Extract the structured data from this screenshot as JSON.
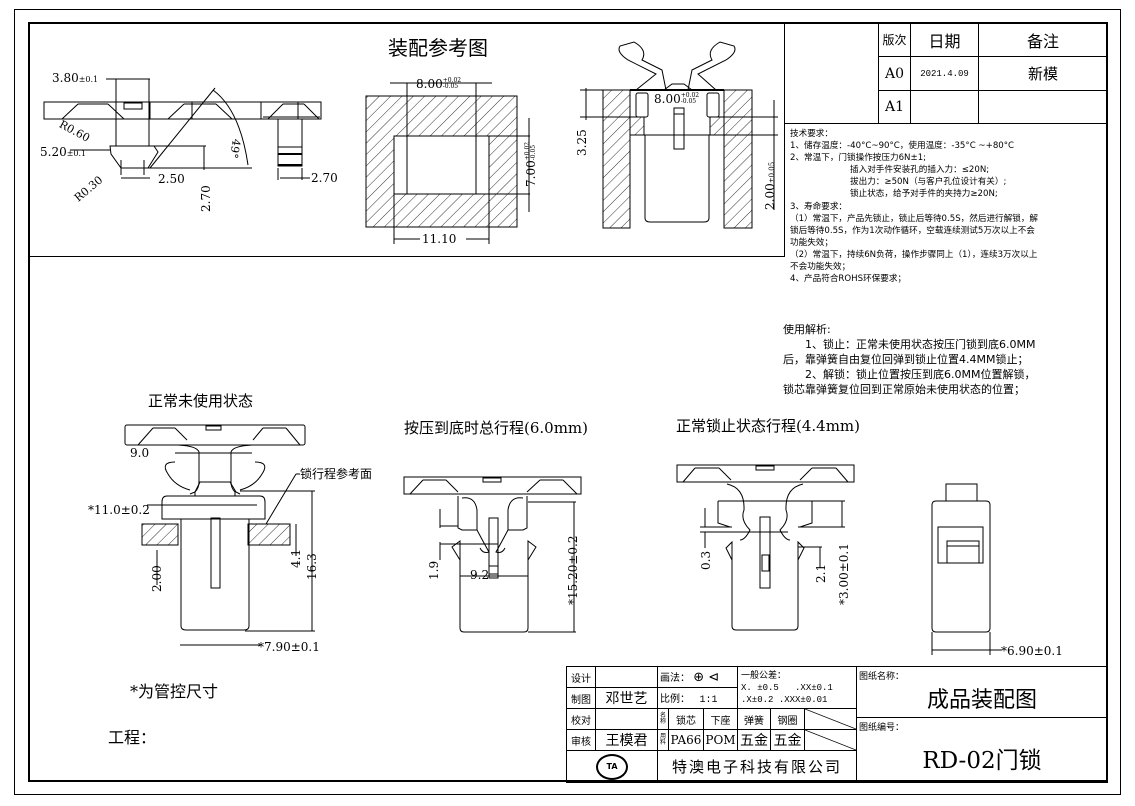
{
  "revision_table": {
    "headers": {
      "version": "版次",
      "date": "日期",
      "note": "备注"
    },
    "rows": [
      {
        "version": "A0",
        "date": "2021.4.09",
        "note": "新模"
      },
      {
        "version": "A1",
        "date": "",
        "note": ""
      }
    ]
  },
  "assembly_reference": {
    "title": "装配参考图",
    "part_dims": {
      "width_top": "3.80",
      "width_top_tol": "±0.1",
      "width_mid": "5.20",
      "width_mid_tol": "±0.1",
      "radius_upper": "R0.60",
      "radius_lower": "R0.30",
      "tip_width": "2.50",
      "tip_height": "2.70",
      "angle": "49°",
      "side_width": "2.70"
    },
    "hole_dims": {
      "hole_width": "8.00",
      "hole_width_tol_plus": "+0.02",
      "hole_width_tol_minus": "-0.05",
      "hole_height": "7.00",
      "hole_height_tol_plus": "+0.02",
      "hole_height_tol_minus": "-0.05",
      "outer_width": "11.10"
    },
    "section_dims": {
      "width": "8.00",
      "width_tol_plus": "+0.02",
      "width_tol_minus": "-0.05",
      "depth": "3.25",
      "lower": "2.00",
      "lower_tol": "±0.05"
    }
  },
  "technical_requirements": {
    "title": "技术要求：",
    "lines": [
      "1、储存温度：-40°C~90°C，使用温度：-35°C ~+80°C",
      "2、常温下，门锁操作按压力6N±1;",
      "插入对手件安装孔的插入力：≤20N;",
      "拔出力：≥50N（与客户孔位设计有关）;",
      "锁止状态，给予对手件的夹持力≥20N;",
      "3、寿命要求：",
      "（1）常温下，产品先锁止，锁止后等待0.5S，然后进行解锁，解",
      "锁后等待0.5S，作为1次动作循环，空载连续测试5万次以上不会",
      "功能失效；",
      "（2）常温下，持续6N负荷，操作步骤同上（1），连续3万次以上",
      "不会功能失效；",
      "4、产品符合ROHS环保要求；"
    ]
  },
  "usage_analysis": {
    "title": "使用解析:",
    "lines": [
      "1、锁止：正常未使用状态按压门锁到底6.0MM",
      "后，靠弹簧自由复位回弹到锁止位置4.4MM锁止；",
      "2、解锁：锁止位置按压到底6.0MM位置解锁，",
      "锁芯靠弹簧复位回到正常原始未使用状态的位置；"
    ]
  },
  "views": {
    "normal": {
      "title": "正常未使用状态",
      "dim_9": "9.0",
      "dim_11": "*11.0±0.2",
      "ref_label": "锁行程参考面",
      "dim_2": "2.00",
      "dim_4_1": "4.1",
      "dim_16_3": "16.3",
      "dim_7_9": "*7.90±0.1"
    },
    "pressed": {
      "title": "按压到底时总行程(6.0mm)",
      "dim_1_9": "1.9",
      "dim_9_2": "9.2",
      "dim_15_2": "*15.20±0.2"
    },
    "locked": {
      "title": "正常锁止状态行程(4.4mm)",
      "dim_0_3": "0.3",
      "dim_2_1": "2.1",
      "dim_3": "*3.00±0.1"
    },
    "side": {
      "dim_6_9": "*6.90±0.1"
    }
  },
  "notes": {
    "controlled": "*为管控尺寸",
    "project": "工程："
  },
  "title_block": {
    "design_label": "设计",
    "design_value": "",
    "drawn_label": "制图",
    "drawn_value": "邓世艺",
    "check_label": "校对",
    "check_value": "",
    "approve_label": "审核",
    "approve_value": "王模君",
    "projection_label": "画法：",
    "scale_label": "比例：",
    "scale_value": "1:1",
    "tolerance_title": "一般公差：",
    "tolerance_1": "X. ±0.5",
    "tolerance_2": ".XX±0.1",
    "tolerance_3": ".X±0.2",
    "tolerance_4": ".XXX±0.01",
    "name_label": "名称",
    "material_label": "用料",
    "parts": [
      {
        "name": "锁芯",
        "material": "PA66"
      },
      {
        "name": "下座",
        "material": "POM"
      },
      {
        "name": "弹簧",
        "material": "五金"
      },
      {
        "name": "钢圈",
        "material": "五金"
      }
    ],
    "company": "特澳电子科技有限公司",
    "logo_text": "TA",
    "drawing_name_label": "图纸名称：",
    "drawing_name": "成品装配图",
    "drawing_number_label": "图纸编号：",
    "drawing_number": "RD-02门锁"
  }
}
